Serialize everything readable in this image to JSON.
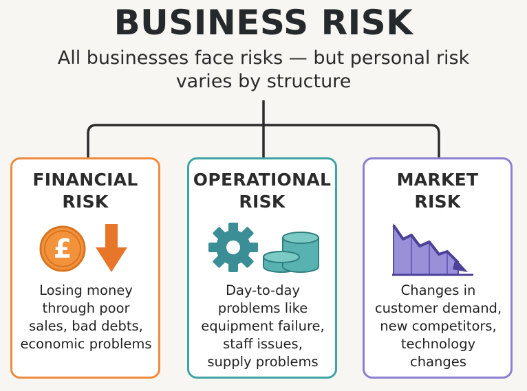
{
  "title": "BUSINESS RISK",
  "subtitle": {
    "line1": "All businesses face risks — but personal risk",
    "line2": "varies by structure"
  },
  "colors": {
    "financial": "#ef8a3c",
    "operational": "#3fa3a3",
    "market": "#8c7fd0",
    "connector": "#2b2b2b"
  },
  "cards": [
    {
      "heading": [
        "FINANCIAL",
        "RISK"
      ],
      "icons": [
        "pound-coin-icon",
        "arrow-down-icon"
      ],
      "coin_symbol": "£",
      "body": [
        "Losing money",
        "through poor",
        "sales, bad debts,",
        "economic problems"
      ]
    },
    {
      "heading": [
        "OPERATIONAL",
        "RISK"
      ],
      "icons": [
        "gear-icon",
        "stacked-coins-icon"
      ],
      "body": [
        "Day-to-day",
        "problems like",
        "equipment failure,",
        "staff issues,",
        "supply problems"
      ]
    },
    {
      "heading": [
        "MARKET",
        "RISK"
      ],
      "icons": [
        "declining-chart-icon"
      ],
      "body": [
        "Changes in",
        "customer demand,",
        "new competitors,",
        "technology",
        "changes"
      ]
    }
  ]
}
